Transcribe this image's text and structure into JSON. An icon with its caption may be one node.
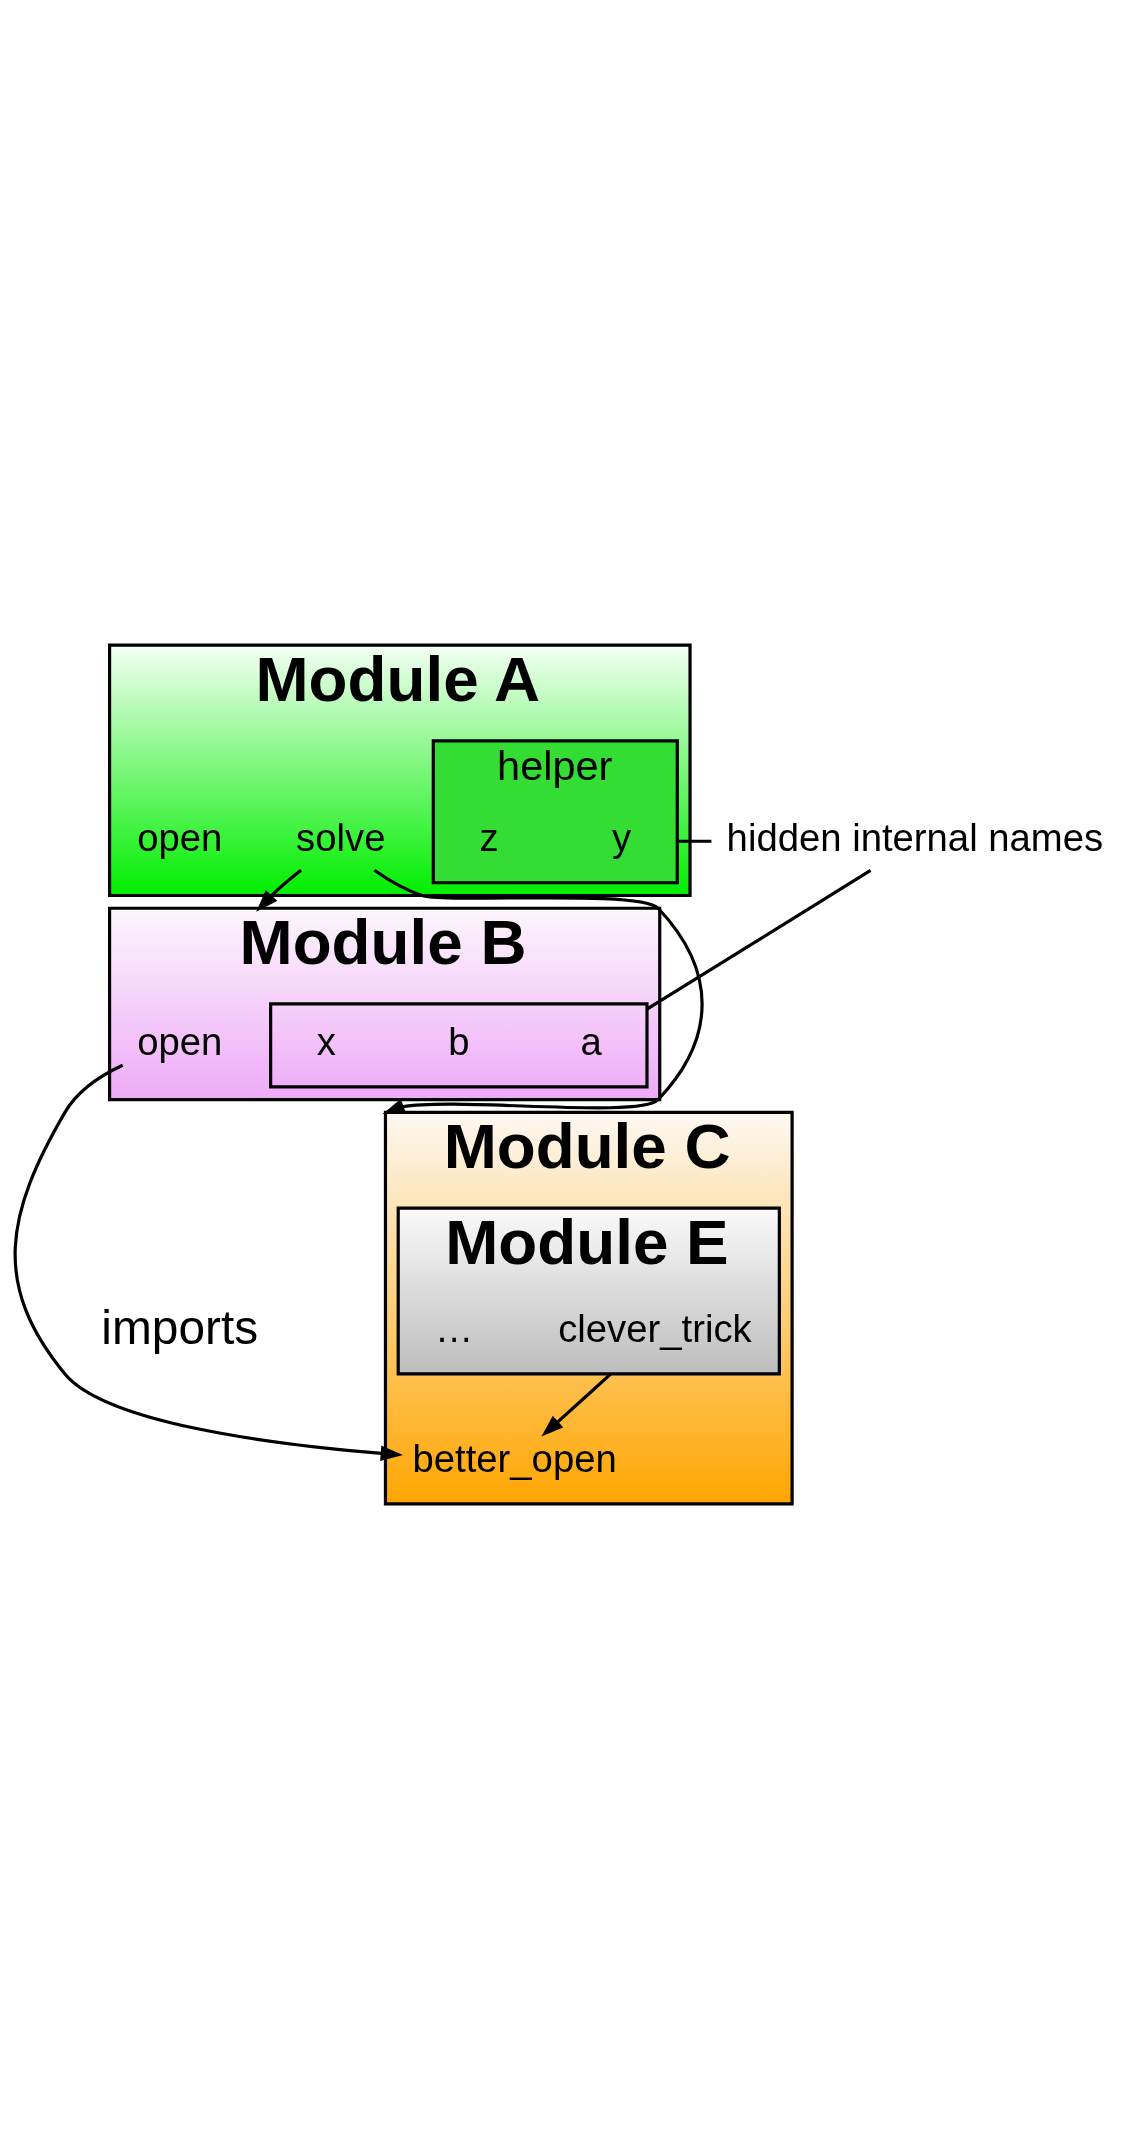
{
  "diagram": {
    "nodes": [
      {
        "text": [
          "Module A"
        ]
      },
      {
        "text": [
          "open"
        ],
        "in": 0
      },
      {
        "text": [
          "solve"
        ],
        "in": 0
      },
      {
        "text": [
          "helper"
        ],
        "in": 0
      },
      {
        "text": [
          "y"
        ],
        "in": 3
      },
      {
        "text": [
          "z"
        ],
        "in": 3
      },
      {
        "text": [
          "Module B"
        ]
      },
      {
        "text": [
          "open"
        ],
        "in": 6
      },
      {
        "text": [],
        "shape": "box",
        "in": 6
      },
      {
        "text": [
          "a"
        ],
        "in": 8
      },
      {
        "text": [
          "b"
        ],
        "in": 8
      },
      {
        "text": [
          "x"
        ],
        "in": 8
      },
      {
        "text": [
          "Module C"
        ]
      },
      {
        "text": [
          "better_open"
        ],
        "in": 12
      },
      {
        "text": [
          "Module E"
        ],
        "in": 12
      },
      {
        "text": [
          "clever_trick"
        ],
        "in": 14
      },
      {
        "text": [
          "…"
        ],
        "in": 14
      },
      {
        "text": [
          "hidden internal names"
        ]
      }
    ],
    "edges": [
      {
        "from": 2,
        "to": 6,
        "arrow": "to"
      },
      {
        "from": 2,
        "to": 12,
        "arrow": "to"
      },
      {
        "from": 17,
        "to": 3,
        "arrow": "none"
      },
      {
        "from": 17,
        "to": 8,
        "arrow": "none"
      },
      {
        "from": 7,
        "to": 13,
        "arrow": "to"
      },
      {
        "from": 14,
        "to": 13,
        "arrow": "to"
      }
    ],
    "labels": [
      "imports"
    ]
  }
}
